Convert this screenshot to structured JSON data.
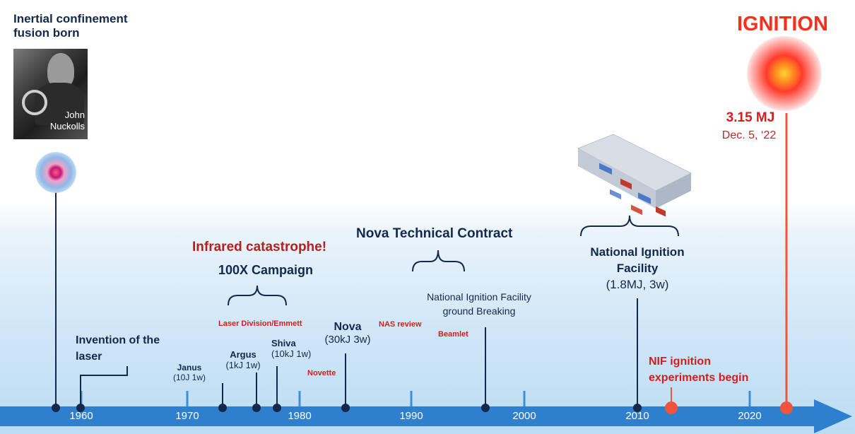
{
  "header": {
    "birth_line1": "Inertial confinement",
    "birth_line2": "fusion born",
    "ignition_title": "IGNITION",
    "yield": "3.15 MJ",
    "yield_date": "Dec. 5, ‘22"
  },
  "photo": {
    "first": "John",
    "last": "Nuckolls"
  },
  "years": [
    "1960",
    "1970",
    "1980",
    "1990",
    "2000",
    "2010",
    "2020"
  ],
  "events": {
    "laser_invention": {
      "line1": "Invention of the",
      "line2": "laser"
    },
    "janus": {
      "name": "Janus",
      "spec": "(10J 1w)"
    },
    "argus": {
      "name": "Argus",
      "spec": "(1kJ 1w)"
    },
    "shiva": {
      "name": "Shiva",
      "spec": "(10kJ 1w)"
    },
    "novette": "Novette",
    "nova": {
      "name": "Nova",
      "spec": "(30kJ 3w)"
    },
    "nas_review": "NAS review",
    "beamlet": "Beamlet",
    "nif_groundbreaking": {
      "line1": "National Ignition Facility",
      "line2": "ground Breaking"
    },
    "nif": {
      "line1": "National Ignition",
      "line2": "Facility",
      "spec": "(1.8MJ, 3w)"
    },
    "nif_experiments": {
      "line1": "NIF ignition",
      "line2": "experiments begin"
    },
    "infrared": "Infrared catastrophe!",
    "campaign": "100X Campaign",
    "laser_division": "Laser Division/Emmett",
    "nova_contract": "Nova Technical Contract"
  },
  "colors": {
    "navy": "#13294b",
    "red": "#d11e1e",
    "arrow": "#2e80cf",
    "tick": "#3d8fd9",
    "ignition_line": "#f0543c"
  },
  "icons": {
    "fusion_target": "fusion-target-icon",
    "ignition_burst": "ignition-burst-icon",
    "nif_building": "nif-building-icon"
  }
}
